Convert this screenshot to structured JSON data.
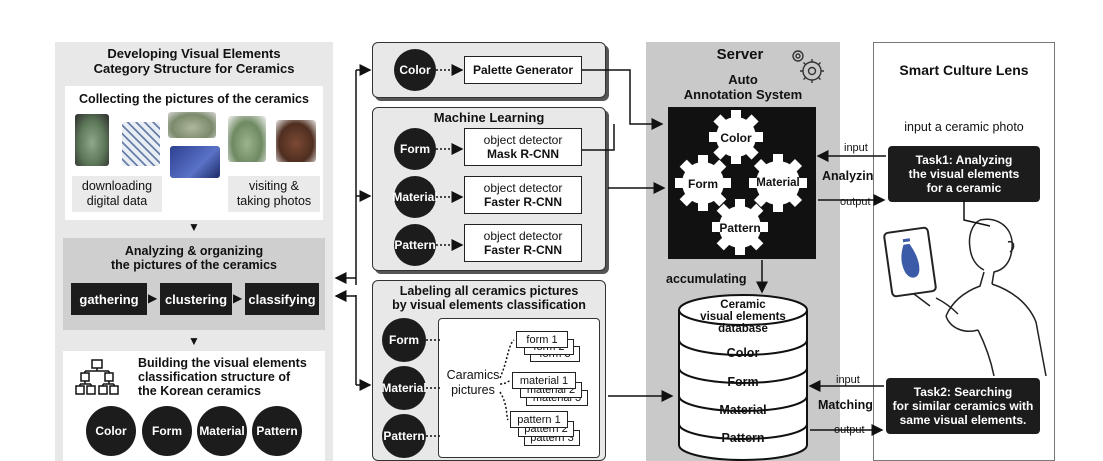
{
  "left_panel": {
    "title_line1": "Developing Visual Elements",
    "title_line2": "Category Structure for Ceramics",
    "collect_title": "Collecting the pictures of the ceramics",
    "download_l1": "downloading",
    "download_l2": "digital data",
    "visit_l1": "visiting &",
    "visit_l2": "taking photos",
    "analyze_l1": "Analyzing & organizing",
    "analyze_l2": "the pictures of the ceramics",
    "steps": [
      "gathering",
      "clustering",
      "classifying"
    ],
    "build_l1": "Building the visual elements",
    "build_l2": "classification structure of",
    "build_l3": "the Korean ceramics",
    "categories": [
      "Color",
      "Form",
      "Material",
      "Pattern"
    ]
  },
  "middle_panel": {
    "color_label": "Color",
    "palette_label": "Palette Generator",
    "ml_title": "Machine Learning",
    "detectors": [
      {
        "input": "Form",
        "line1": "object detector",
        "line2": "Mask R-CNN"
      },
      {
        "input": "Material",
        "line1": "object detector",
        "line2": "Faster R-CNN"
      },
      {
        "input": "Pattern",
        "line1": "object detector",
        "line2": "Faster R-CNN"
      }
    ],
    "label_title_l1": "Labeling all ceramics pictures",
    "label_title_l2": "by visual elements classification",
    "label_inputs": [
      "Form",
      "Material",
      "Pattern"
    ],
    "pictures_l1": "Caramics",
    "pictures_l2": "pictures",
    "form_tags": [
      "form 1",
      "form 2",
      "form 3"
    ],
    "material_tags": [
      "material 1",
      "material 2",
      "material 3"
    ],
    "pattern_tags": [
      "pattern 1",
      "pattern 2",
      "pattern 3"
    ]
  },
  "server_panel": {
    "title": "Server",
    "system_l1": "Auto",
    "system_l2": "Annotation System",
    "gears": [
      "Color",
      "Form",
      "Material",
      "Pattern"
    ],
    "accumulating": "accumulating",
    "db_l1": "Ceramic",
    "db_l2": "visual elements",
    "db_l3": "database",
    "db_rows": [
      "Color",
      "Form",
      "Material",
      "Pattern"
    ]
  },
  "connectors": {
    "input1": "input",
    "output1": "output",
    "analyzing": "Analyzing",
    "input2": "input",
    "output2": "output",
    "matching": "Matching"
  },
  "right_panel": {
    "title": "Smart Culture Lens",
    "prompt": "input a ceramic photo",
    "task1_l1": "Task1: Analyzing",
    "task1_l2": "the visual elements",
    "task1_l3": "for a ceramic",
    "task2_l1": "Task2: Searching",
    "task2_l2": "for similar ceramics with",
    "task2_l3": "same visual elements."
  },
  "colors": {
    "dark": "#1c1c1c",
    "panel": "#e8e8e8",
    "server": "#c9c9c9"
  }
}
